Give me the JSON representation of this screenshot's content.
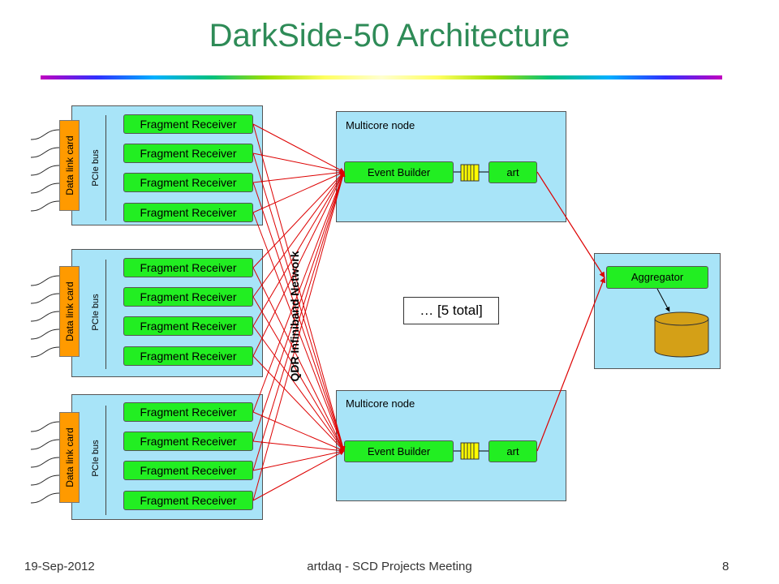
{
  "title": "DarkSide-50 Architecture",
  "groups": [
    {
      "data_link_card": "Data link card",
      "pcie_bus": "PCIe bus",
      "receivers": [
        "Fragment Receiver",
        "Fragment Receiver",
        "Fragment Receiver",
        "Fragment Receiver"
      ]
    },
    {
      "data_link_card": "Data link card",
      "pcie_bus": "PCIe bus",
      "receivers": [
        "Fragment Receiver",
        "Fragment Receiver",
        "Fragment Receiver",
        "Fragment Receiver"
      ]
    },
    {
      "data_link_card": "Data link card",
      "pcie_bus": "PCIe bus",
      "receivers": [
        "Fragment Receiver",
        "Fragment Receiver",
        "Fragment Receiver",
        "Fragment Receiver"
      ]
    }
  ],
  "network_label": "QDR Infiniband Network",
  "multicore_nodes": [
    {
      "label": "Multicore node",
      "event_builder": "Event Builder",
      "art": "art"
    },
    {
      "label": "Multicore node",
      "event_builder": "Event Builder",
      "art": "art"
    }
  ],
  "total_note": "… [5 total]",
  "aggregator": "Aggregator",
  "footer": {
    "date": "19-Sep-2012",
    "center": "artdaq - SCD Projects Meeting",
    "page": "8"
  },
  "colors": {
    "title": "#2e8b57",
    "panel": "#a8e4f8",
    "component": "#22ee22",
    "data_link_card": "#ff9a00",
    "connection": "#dd0000",
    "database": "#d4a017"
  },
  "icons": [
    "queue-icon",
    "database-icon",
    "input-cable-icon"
  ]
}
